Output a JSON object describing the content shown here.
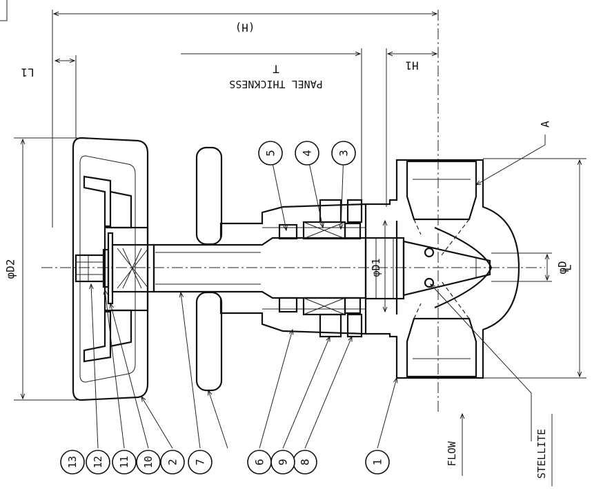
{
  "dimensions": {
    "H": "(H)",
    "L1": "L1",
    "T": "T",
    "panel_thickness": "PANEL THICKNESS",
    "H1": "H1",
    "D2": "φD2",
    "D1": "φD1",
    "D": "φD",
    "L": "L"
  },
  "notes": {
    "section_A": "A",
    "flow": "FLOW",
    "stellite": "STELLITE"
  },
  "balloons": [
    "1",
    "2",
    "3",
    "4",
    "5",
    "6",
    "7",
    "8",
    "9",
    "10",
    "11",
    "12",
    "13"
  ]
}
